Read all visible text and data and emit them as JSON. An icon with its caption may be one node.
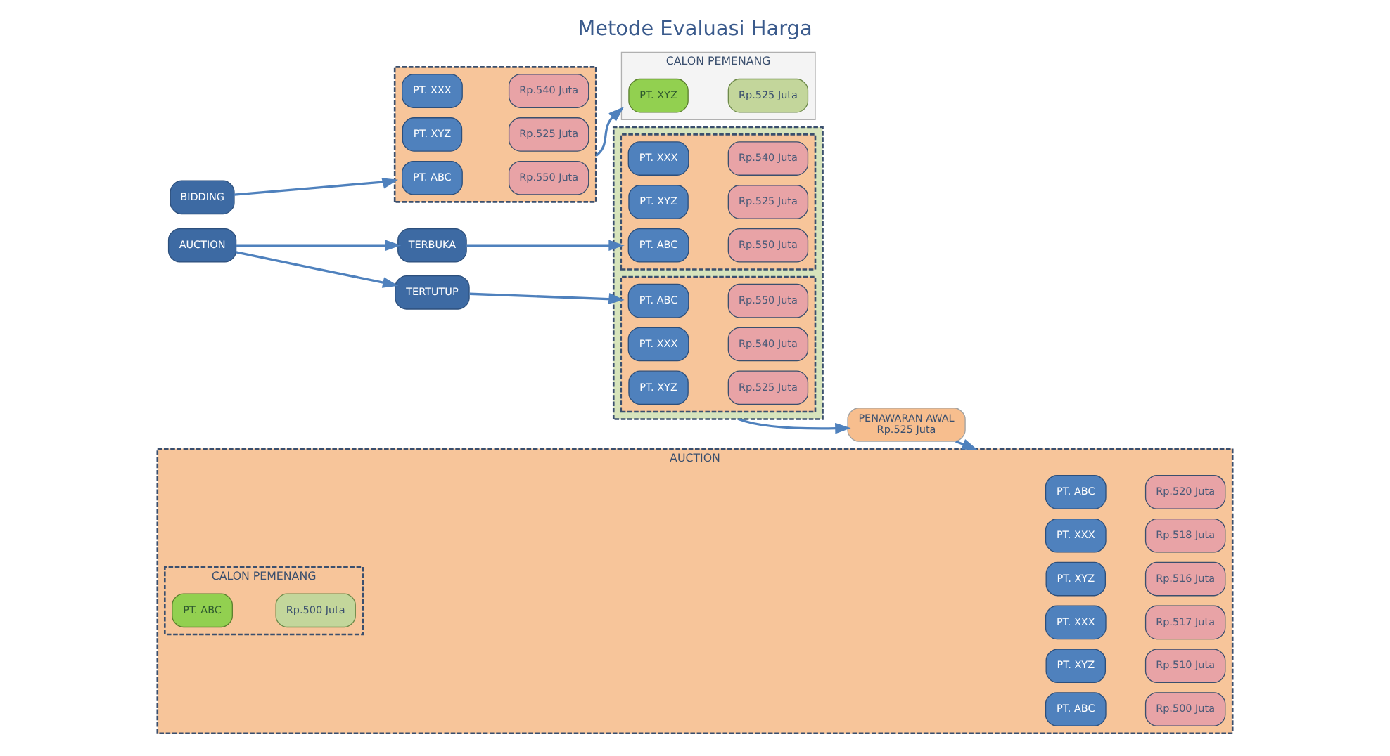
{
  "diagram": {
    "title": "Metode Evaluasi Harga",
    "nodes": [
      {
        "text": [
          "BIDDING"
        ]
      },
      {
        "text": [],
        "shape": "box"
      },
      {
        "text": [
          "PT. ABC"
        ],
        "in": 1
      },
      {
        "text": [
          "Rp.550 Juta"
        ],
        "in": 1
      },
      {
        "text": [
          "PT. XXX"
        ],
        "in": 1
      },
      {
        "text": [
          "Rp.540 Juta"
        ],
        "in": 1
      },
      {
        "text": [
          "PT. XYZ"
        ],
        "in": 1
      },
      {
        "text": [
          "Rp.525 Juta"
        ],
        "in": 1
      },
      {
        "text": [
          "CALON PEMENANG"
        ]
      },
      {
        "text": [
          "PT. XYZ"
        ],
        "in": 8
      },
      {
        "text": [
          "Rp.525 Juta"
        ],
        "in": 8
      },
      {
        "text": [
          "AUCTION"
        ]
      },
      {
        "text": [
          "TERBUKA"
        ]
      },
      {
        "text": [
          "TERTUTUP"
        ]
      },
      {
        "text": [],
        "shape": "box"
      },
      {
        "text": [],
        "shape": "box",
        "in": 14
      },
      {
        "text": [
          "PT. ABC"
        ],
        "in": 15
      },
      {
        "text": [
          "Rp.550 Juta"
        ],
        "in": 15
      },
      {
        "text": [
          "PT. XXX"
        ],
        "in": 15
      },
      {
        "text": [
          "Rp.540 Juta"
        ],
        "in": 15
      },
      {
        "text": [
          "PT. XYZ"
        ],
        "in": 15
      },
      {
        "text": [
          "Rp.525 Juta"
        ],
        "in": 15
      },
      {
        "text": [],
        "shape": "box",
        "in": 14
      },
      {
        "text": [
          "PT. ABC"
        ],
        "in": 22
      },
      {
        "text": [
          "Rp.550 Juta"
        ],
        "in": 22
      },
      {
        "text": [
          "PT. XXX"
        ],
        "in": 22
      },
      {
        "text": [
          "Rp.540 Juta"
        ],
        "in": 22
      },
      {
        "text": [
          "PT. XYZ"
        ],
        "in": 22
      },
      {
        "text": [
          "Rp.525 Juta"
        ],
        "in": 22
      },
      {
        "text": [
          "PENAWARAN AWAL",
          "Rp.525 Juta"
        ]
      },
      {
        "text": [
          "AUCTION"
        ]
      },
      {
        "text": [
          "PT. ABC"
        ],
        "in": 30
      },
      {
        "text": [
          "Rp.520 Juta"
        ],
        "in": 30
      },
      {
        "text": [
          "PT. XXX"
        ],
        "in": 30
      },
      {
        "text": [
          "Rp.518 Juta"
        ],
        "in": 30
      },
      {
        "text": [
          "PT. XYZ"
        ],
        "in": 30
      },
      {
        "text": [
          "Rp.516 Juta"
        ],
        "in": 30
      },
      {
        "text": [
          "PT. XXX"
        ],
        "in": 30
      },
      {
        "text": [
          "Rp.517 Juta"
        ],
        "in": 30
      },
      {
        "text": [
          "PT. XYZ"
        ],
        "in": 30
      },
      {
        "text": [
          "Rp.510 Juta"
        ],
        "in": 30
      },
      {
        "text": [
          "PT. ABC"
        ],
        "in": 30
      },
      {
        "text": [
          "Rp.500 Juta"
        ],
        "in": 30
      },
      {
        "text": [
          "CALON PEMENANG"
        ],
        "in": 30
      },
      {
        "text": [
          "PT. ABC"
        ],
        "in": 43
      },
      {
        "text": [
          "Rp.500 Juta"
        ],
        "in": 43
      }
    ],
    "edges": [
      {
        "from": 0,
        "to": 1,
        "arrow": "to"
      },
      {
        "from": 1,
        "to": 8,
        "arrow": "to"
      },
      {
        "from": 11,
        "to": 12,
        "arrow": "to"
      },
      {
        "from": 11,
        "to": 13,
        "arrow": "to"
      },
      {
        "from": 12,
        "to": 15,
        "arrow": "to"
      },
      {
        "from": 13,
        "to": 22,
        "arrow": "to"
      },
      {
        "from": 14,
        "to": 29,
        "arrow": "to"
      },
      {
        "from": 29,
        "to": 30,
        "arrow": "to"
      }
    ]
  }
}
